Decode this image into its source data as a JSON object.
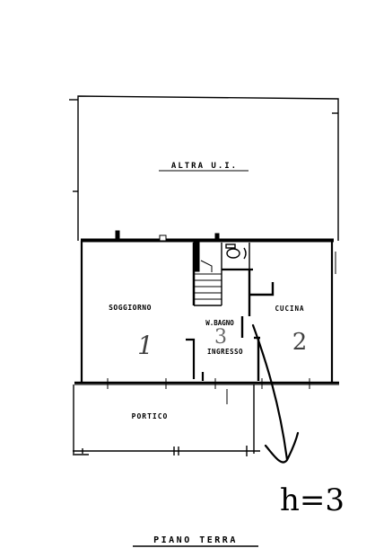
{
  "plan": {
    "title": "PIANO TERRA",
    "annex_label": "ALTRA U.I.",
    "rooms": {
      "living": "SOGGIORNO",
      "kitchen": "CUCINA",
      "wc": "W.BAGNO",
      "entrance": "INGRESSO",
      "porch": "PORTICO"
    },
    "room_numbers": {
      "living": "1",
      "kitchen": "2",
      "center": "3"
    },
    "handwriting": "h=3"
  }
}
